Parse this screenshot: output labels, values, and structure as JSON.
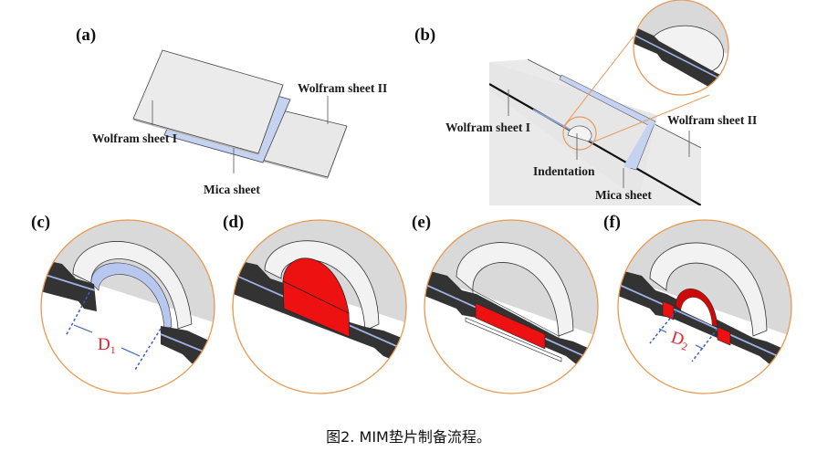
{
  "panels": {
    "a": {
      "label": "(a)",
      "labels": {
        "wolfram_1": "Wolfram sheet I",
        "wolfram_2": "Wolfram sheet II",
        "mica": "Mica sheet"
      }
    },
    "b": {
      "label": "(b)",
      "labels": {
        "wolfram_1": "Wolfram sheet I",
        "wolfram_2": "Wolfram sheet II",
        "indentation": "Indentation",
        "mica": "Mica sheet"
      }
    },
    "c": {
      "label": "(c)",
      "dimension": "D",
      "dimension_sub": "1"
    },
    "d": {
      "label": "(d)"
    },
    "e": {
      "label": "(e)"
    },
    "f": {
      "label": "(f)",
      "dimension": "D",
      "dimension_sub": "2"
    }
  },
  "caption": "图2. MIM垫片制备流程。",
  "colors": {
    "wolfram": "#e6e6e6",
    "mica": "#c5d3f0",
    "metal_dark": "#3a3a3a",
    "sample_red": "#ee1111",
    "callout_orange": "#e89a5a",
    "dimension_blue": "#3a5fc8",
    "dimension_text": "#e8202a"
  }
}
